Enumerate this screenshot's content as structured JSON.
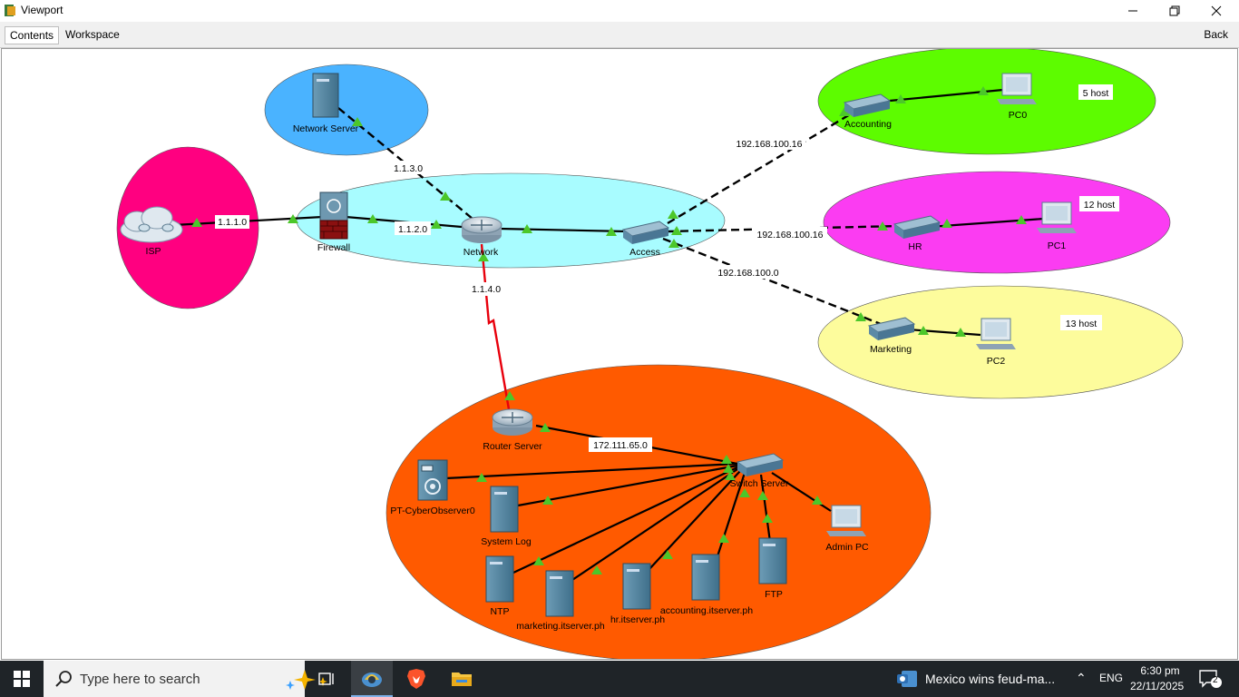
{
  "window": {
    "title": "Viewport",
    "minimize_icon": "minimize-icon",
    "maximize_icon": "restore-icon",
    "close_icon": "close-icon"
  },
  "tabs": {
    "contents": "Contents",
    "workspace": "Workspace",
    "back": "Back"
  },
  "network": {
    "zones": {
      "isp": "#ff0080",
      "server": "#4ab3ff",
      "core": "#a8fcff",
      "accounting": "#5dfc00",
      "hr": "#fb3cf2",
      "marketing": "#fdfc9c",
      "server_farm": "#ff5a00"
    },
    "devices": {
      "isp": "ISP",
      "firewall": "Firewall",
      "network_server": "Network Server",
      "network": "Network",
      "access": "Access",
      "accounting": "Accounting",
      "pc0": "PC0",
      "hr": "HR",
      "pc1": "PC1",
      "marketing": "Marketing",
      "pc2": "PC2",
      "router_server": "Router Server",
      "switch_server": "Switch Server",
      "cyberobserver": "PT-CyberObserver0",
      "system_log": "System Log",
      "ntp": "NTP",
      "marketing_server": "marketing.itserver.ph",
      "hr_server": "hr.itserver.ph",
      "accounting_server": "accounting.itserver.ph",
      "ftp": "FTP",
      "admin_pc": "Admin PC"
    },
    "subnets": {
      "isp": "1.1.1.0",
      "firewall": "1.1.2.0",
      "server": "1.1.3.0",
      "router": "1.1.4.0",
      "accounting": "192.168.100.16",
      "hr": "192.168.100.16",
      "marketing": "192.168.100.0",
      "server_farm": "172.111.65.0"
    },
    "host_counts": {
      "accounting": "5 host",
      "hr": "12 host",
      "marketing": "13 host"
    }
  },
  "taskbar": {
    "search_placeholder": "Type here to search",
    "news": "Mexico wins feud-ma...",
    "language": "ENG",
    "time": "6:30 pm",
    "date": "22/11/2025",
    "notifications": "2"
  }
}
